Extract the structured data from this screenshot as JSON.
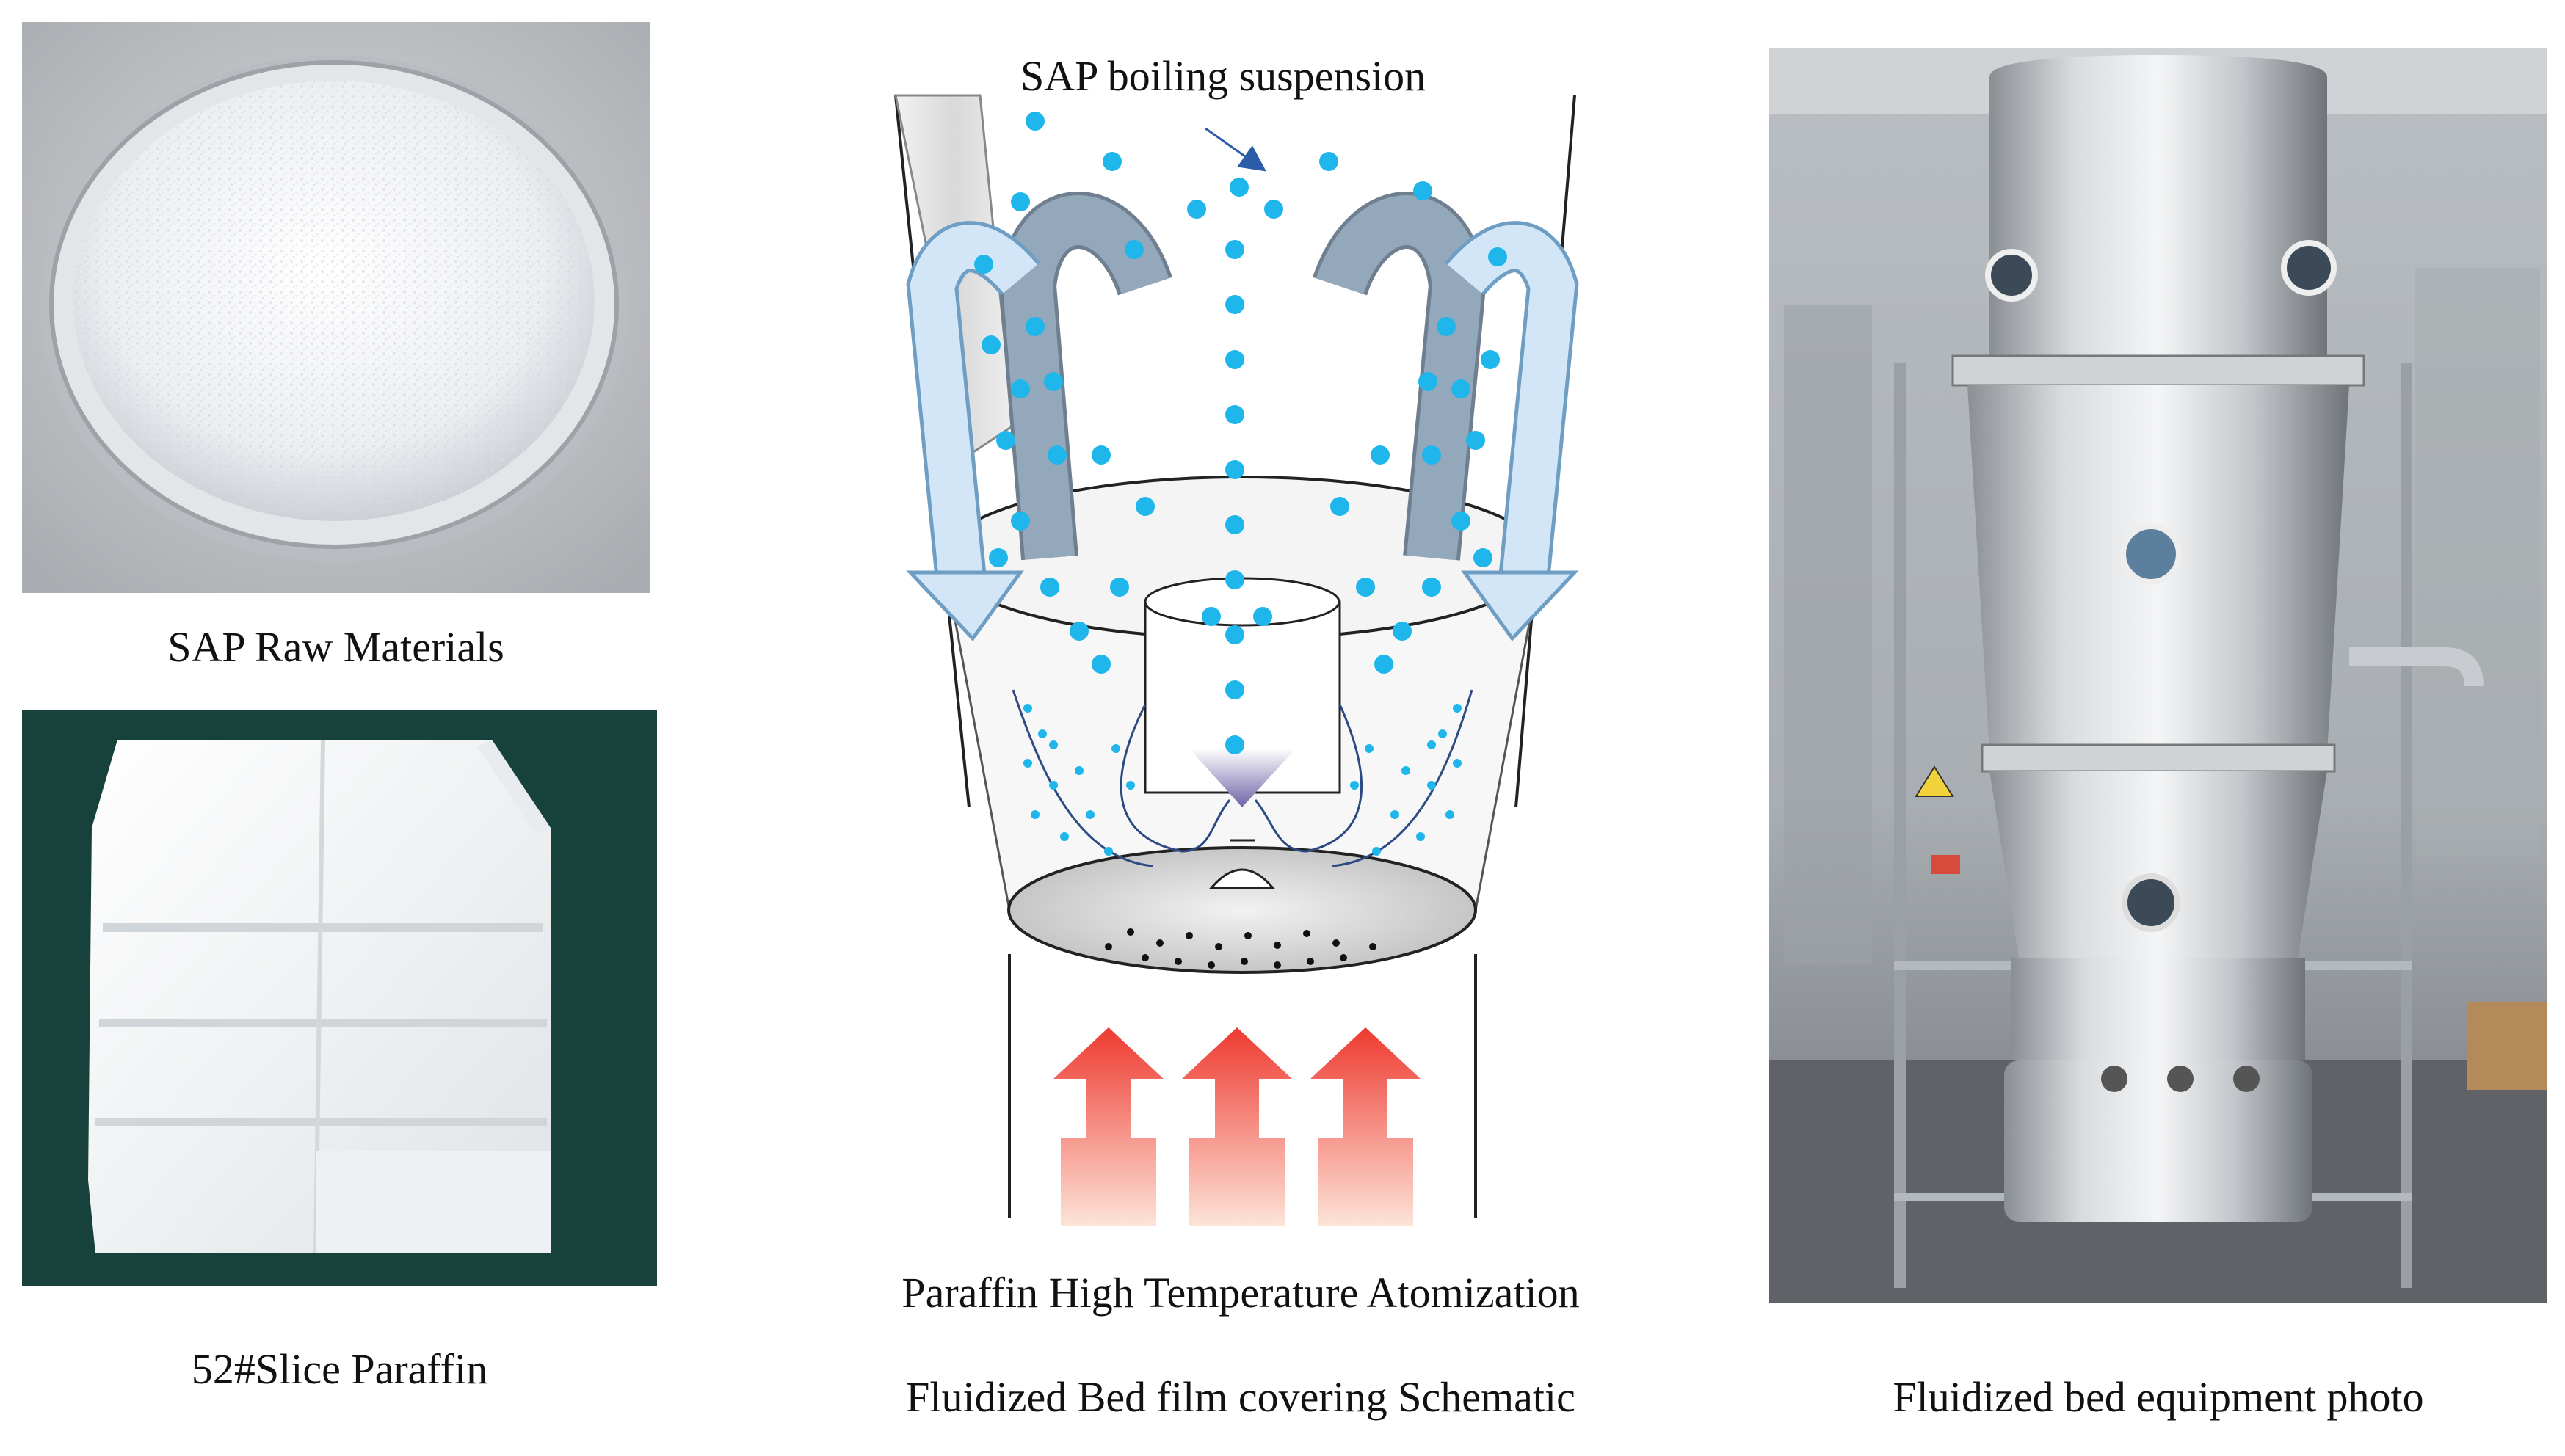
{
  "captions": {
    "sap_raw": "SAP Raw Materials",
    "paraffin_slice": "52#Slice Paraffin",
    "suspension": "SAP boiling suspension",
    "atomization": "Paraffin High Temperature Atomization",
    "schematic_title": "Fluidized Bed film covering Schematic",
    "equipment_photo": "Fluidized bed equipment photo"
  },
  "colors": {
    "particle": "#1fb6ec",
    "flow_arrow": "#93a8bd",
    "return_arrow": "#d2e6f7",
    "heat_arrow": "#f0483c",
    "paraffin_bg": "#1d4a43",
    "stainless": "#c9cdd1"
  },
  "icons": {
    "sap_photo": "petri-dish-with-white-powder",
    "paraffin_photo": "stacked-paraffin-blocks",
    "equipment": "fluidized-bed-vessel"
  }
}
